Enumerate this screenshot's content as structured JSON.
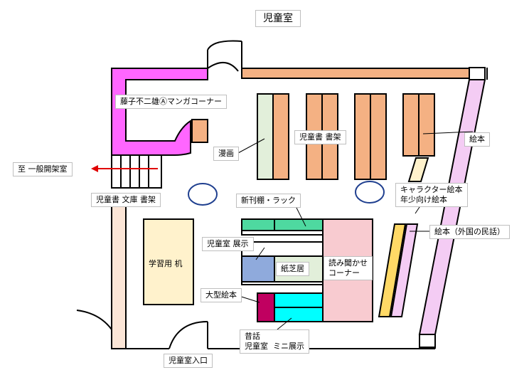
{
  "title": "児童室",
  "colors": {
    "wall": "#000000",
    "shelf_orange": "#f4b183",
    "magenta": "#ff66ff",
    "light_green": "#e2efda",
    "lime_green": "#a9d18e",
    "cyan": "#00ffff",
    "teal_green": "#4ed9a0",
    "pink": "#f8cbd0",
    "light_pink": "#f4ccf4",
    "yellow_shelf": "#ffd966",
    "pale_yellow": "#fff2cc",
    "blue_box": "#8faadc",
    "crimson": "#c00060",
    "pale_peach": "#fbe5d6",
    "arrow_red": "#e00000"
  },
  "labels": {
    "manga_corner": "藤子不二雄Ⓐマンガコーナー",
    "manga": "漫画",
    "bookshelf": "児童書  書架",
    "picture_books": "絵本",
    "to_general": "至  一般開架室",
    "bunko": "児童書  文庫  書架",
    "new_arrivals": "新刊棚・ラック",
    "character": "キャラクター絵本\n年少向け絵本",
    "foreign_tales": "絵本（外国の民話）",
    "exhibit": "児童室  展示",
    "kamishibai": "紙芝居",
    "reading": "読み聞かせ\nコーナー",
    "study_desk": "学習用  机",
    "large_books": "大型絵本",
    "old_tales": "昔話\n児童室  ミニ展示",
    "entrance": "児童室入口"
  }
}
